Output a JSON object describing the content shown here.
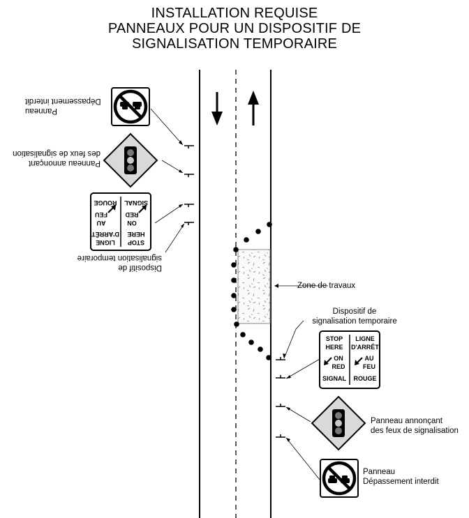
{
  "title": {
    "line1": "INSTALLATION REQUISE",
    "line2": "PANNEAUX POUR UN DISPOSITIF DE",
    "line3": "SIGNALISATION TEMPORAIRE"
  },
  "labels": {
    "work_zone": "Zone de travaux",
    "signal_device_line1": "Dispositif de",
    "signal_device_line2": "signalisation temporaire",
    "signal_ahead_line1": "Panneau annonçant",
    "signal_ahead_line2": "des feux de signalisation",
    "no_passing_line1": "Panneau",
    "no_passing_line2": "Dépassement interdit"
  },
  "stop_sign": {
    "en_line1": "STOP",
    "en_line2": "HERE",
    "en_line3": "ON",
    "en_line4": "RED",
    "en_line5": "SIGNAL",
    "fr_line1": "LIGNE",
    "fr_line2": "D'ARRÊT",
    "fr_line3": "AU",
    "fr_line4": "FEU",
    "fr_line5": "ROUGE"
  }
}
